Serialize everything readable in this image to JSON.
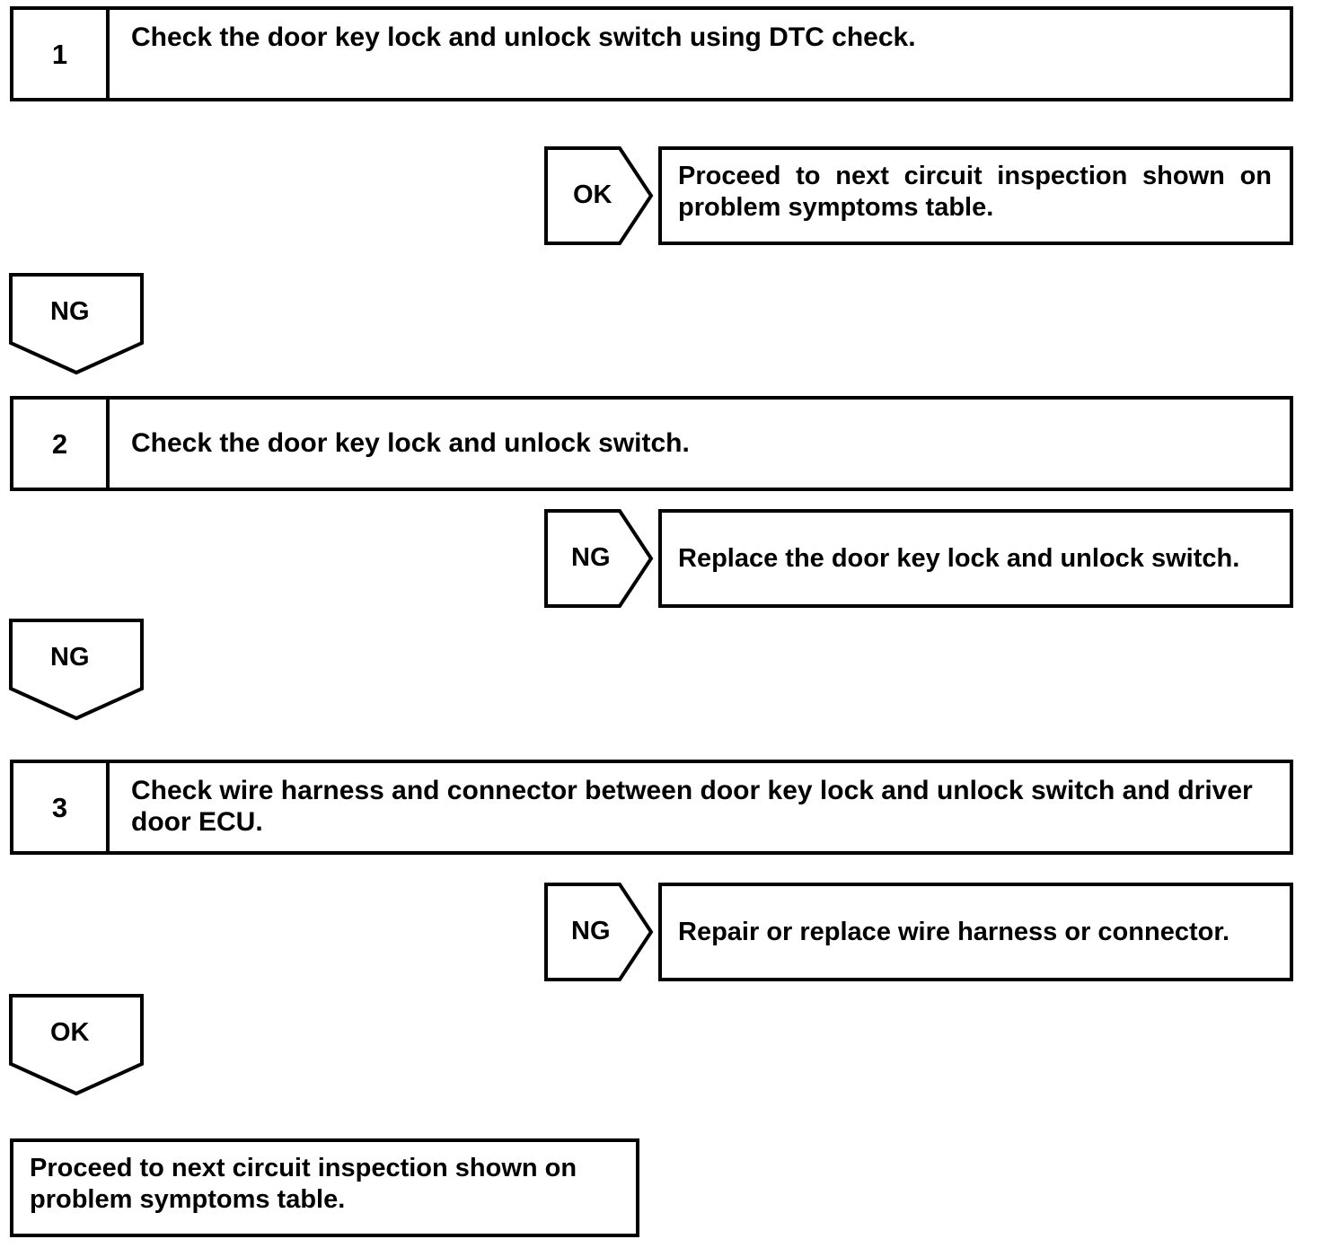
{
  "document": {
    "type": "diagnostic-troubleshooting-flowchart",
    "background_color": "#ffffff",
    "line_color": "#000000"
  },
  "steps": [
    {
      "number": "1",
      "text": "Check the door key lock and unlock switch using DTC check."
    },
    {
      "number": "2",
      "text": "Check the door key lock and unlock switch."
    },
    {
      "number": "3",
      "text": "Check wire harness and connector between door key lock and unlock switch and driver door ECU."
    }
  ],
  "branches": [
    {
      "id": "branch-1-ok",
      "label": "OK",
      "result": "Proceed to next circuit inspection shown on problem symptoms table."
    },
    {
      "id": "branch-2-ng",
      "label": "NG",
      "result": "Replace the door key lock and unlock switch."
    },
    {
      "id": "branch-3-ng",
      "label": "NG",
      "result": "Repair or replace wire harness or connector."
    }
  ],
  "flow_connectors": [
    {
      "id": "connector-1-ng",
      "label": "NG"
    },
    {
      "id": "connector-2-ng",
      "label": "NG"
    },
    {
      "id": "connector-3-ok",
      "label": "OK"
    }
  ],
  "final": {
    "text": "Proceed to next circuit inspection shown on problem symptoms table."
  }
}
